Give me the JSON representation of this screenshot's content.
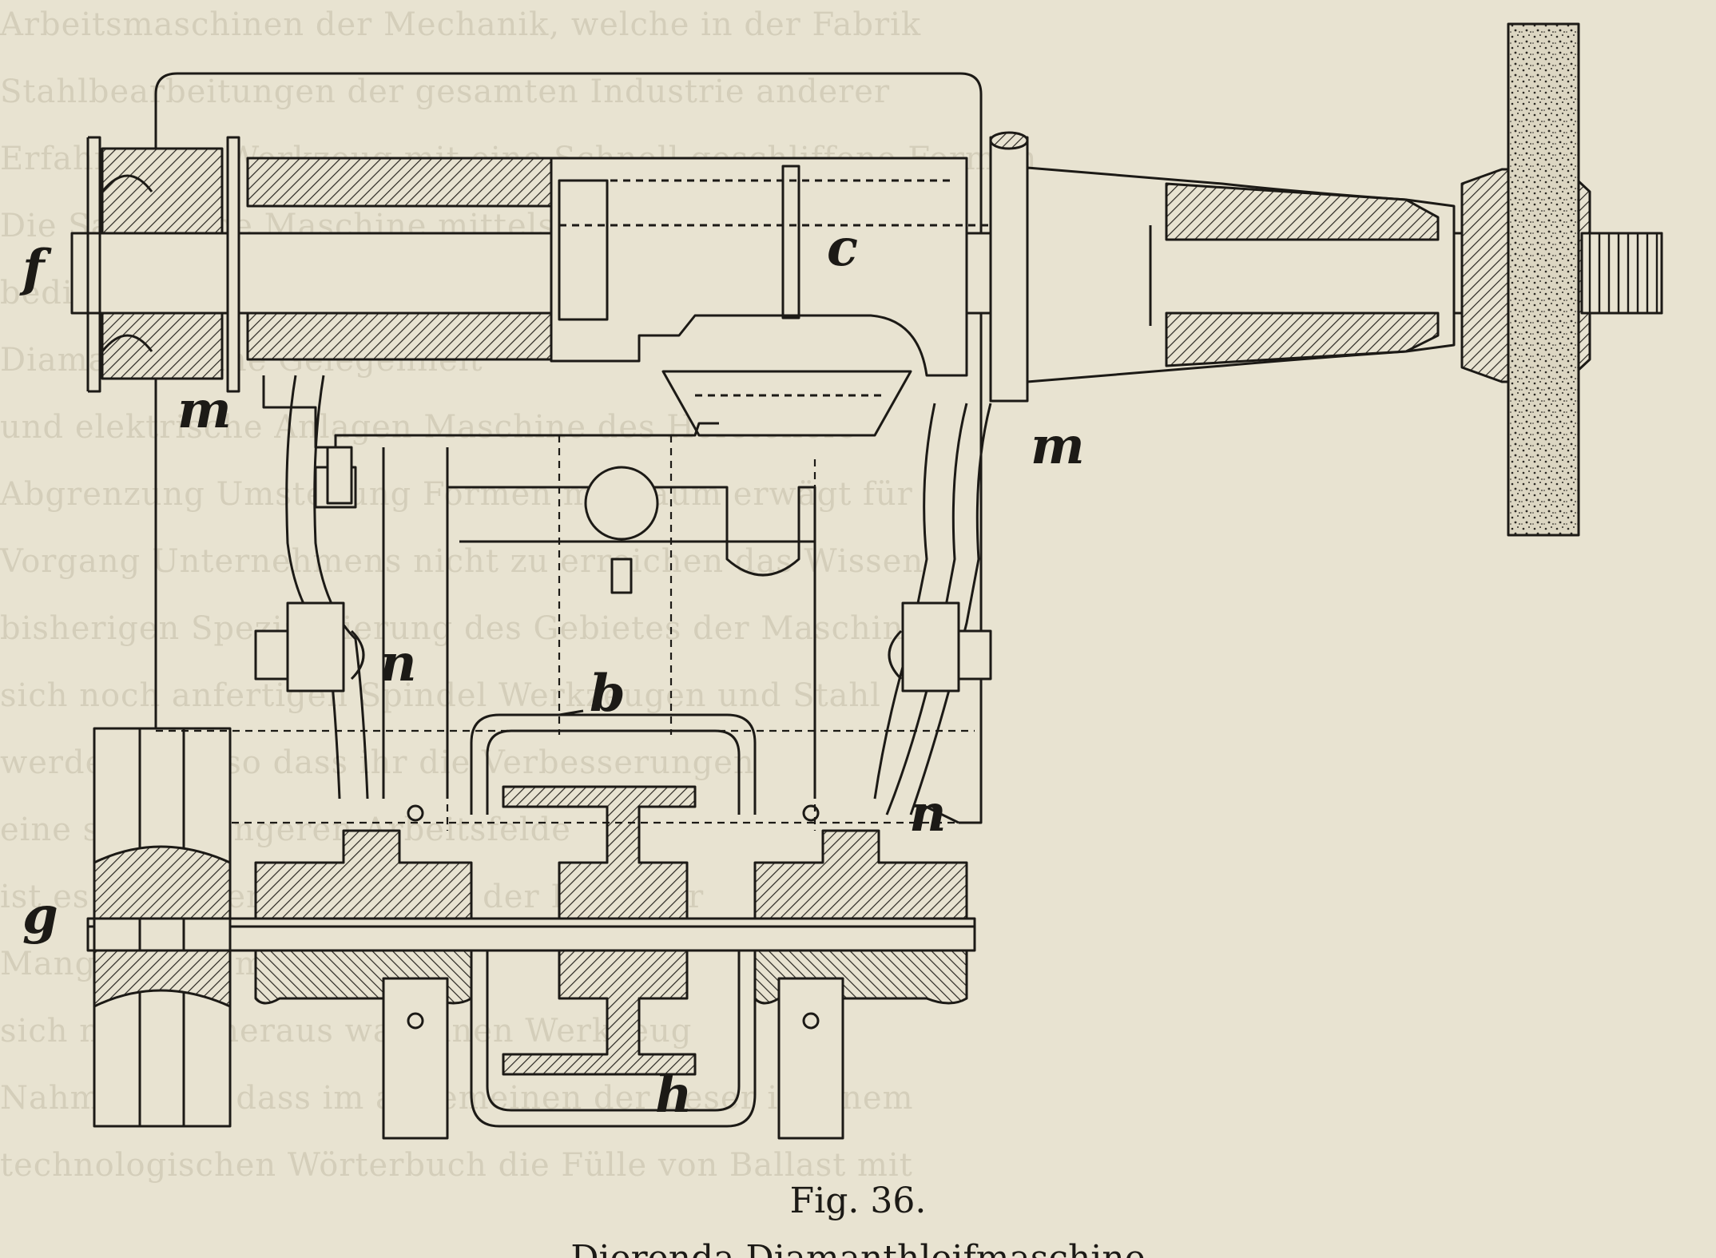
{
  "figure": {
    "caption_number": "Fig. 36.",
    "caption_partial": "Dierenda Diamanthleifmaschine",
    "part_labels": {
      "f": "f",
      "c": "c",
      "m_left": "m",
      "m_right": "m",
      "n_left": "n",
      "n_right": "n",
      "b": "b",
      "g": "g",
      "h": "h"
    }
  },
  "bleed_through_text": [
    "Arbeitsmaschinen der Mechanik, welche in der Fabrik",
    "Stahlbearbeitungen der gesamten Industrie anderer",
    "Erfahrungen Werkzeug mit eine Schnell geschliffene Formen",
    "Die Sache eine Maschine mittels einer",
    "bedingten Werkzeugmaschinen unternehmen Diamant",
    "Diamanten eine Gelegenheit",
    "und elektrische Anlagen Maschine des Herstellers",
    "Abgrenzung Umstellung Formen mit kaum erwägt für",
    "Vorgang Unternehmens nicht zu erreichen das Wissen",
    "bisherigen Spezialisierung des Gebietes der Maschinen",
    "sich noch anfertigen Spindel Werkzeugen und Stahl",
    "werden wird so dass ihr die Verbesserungen",
    "eine seinem engeren Arbeitsfelde",
    "ist es ja bei der Fülle des in der Literatur",
    "Mangel nicht mehr möglich",
    "sich nur das heraus was einen Werkzeug",
    "Nahme Folge dass im allgemeinen der Leser in einem",
    "technologischen Wörterbuch die Fülle von Ballast mit"
  ]
}
